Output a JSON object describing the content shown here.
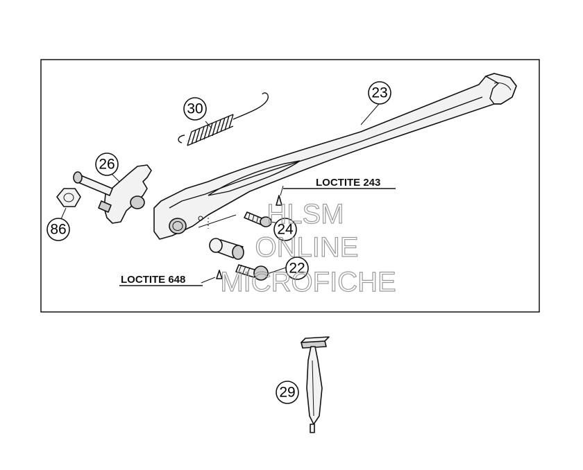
{
  "callouts": {
    "c23": "23",
    "c30": "30",
    "c26": "26",
    "c86": "86",
    "c24": "24",
    "c22": "22",
    "c29": "29"
  },
  "labels": {
    "loctite_243": "LOCTITE 243",
    "loctite_648": "LOCTITE 648"
  },
  "watermark": {
    "line1": "HLSM",
    "line2": "ONLINE",
    "line3": "MICROFICHE"
  }
}
